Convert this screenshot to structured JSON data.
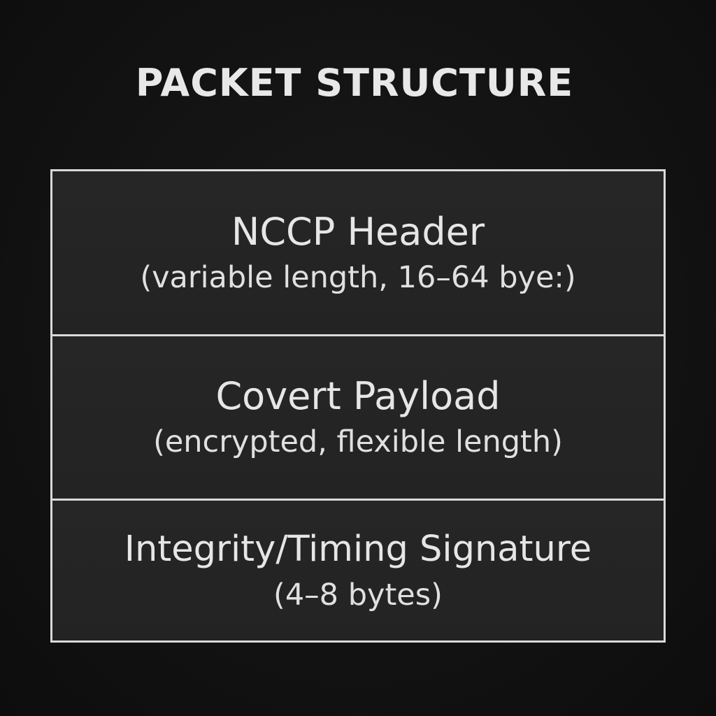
{
  "title": "PACKET STRUCTURE",
  "sections": [
    {
      "name": "NCCP Header",
      "detail": "(variable length, 16–64 bye:)"
    },
    {
      "name": "Covert Payload",
      "detail": "(encrypted, flexible length)"
    },
    {
      "name": "Integrity/Timing Signature",
      "detail": "(4–8 bytes)"
    }
  ]
}
